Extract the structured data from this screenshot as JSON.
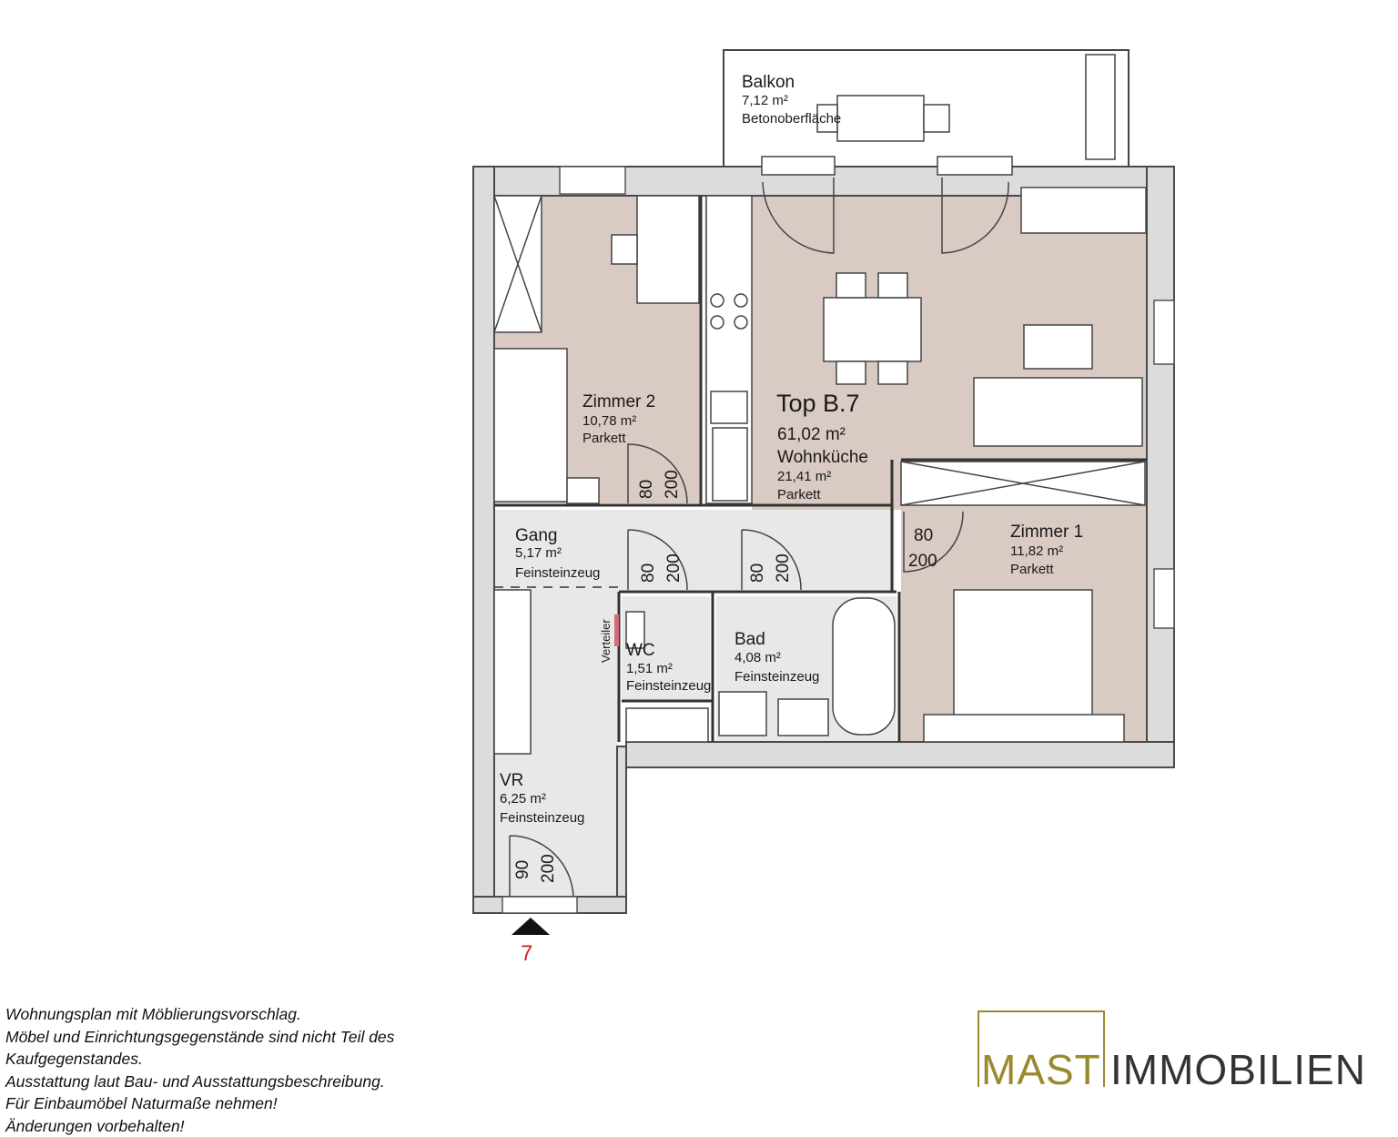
{
  "plan": {
    "unit_title": "Top B.7",
    "unit_area": "61,02 m²",
    "entrance_number": "7",
    "rooms": {
      "balkon": {
        "name": "Balkon",
        "area": "7,12 m²",
        "floor": "Betonoberfläche"
      },
      "zimmer2": {
        "name": "Zimmer 2",
        "area": "10,78 m²",
        "floor": "Parkett"
      },
      "wohnkueche": {
        "name": "Wohnküche",
        "area": "21,41 m²",
        "floor": "Parkett"
      },
      "gang": {
        "name": "Gang",
        "area": "5,17 m²",
        "floor": "Feinsteinzeug"
      },
      "zimmer1": {
        "name": "Zimmer 1",
        "area": "11,82 m²",
        "floor": "Parkett"
      },
      "wc": {
        "name": "WC",
        "area": "1,51 m²",
        "floor": "Feinsteinzeug"
      },
      "bad": {
        "name": "Bad",
        "area": "4,08 m²",
        "floor": "Feinsteinzeug"
      },
      "vr": {
        "name": "VR",
        "area": "6,25 m²",
        "floor": "Feinsteinzeug"
      }
    },
    "verteiler_label": "Verteiler",
    "doors": {
      "zimmer2": {
        "width": "80",
        "height": "200"
      },
      "wc": {
        "width": "80",
        "height": "200"
      },
      "bad": {
        "width": "80",
        "height": "200"
      },
      "zimmer1": {
        "width": "80",
        "height": "200"
      },
      "entrance": {
        "width": "90",
        "height": "200"
      }
    },
    "colors": {
      "room_fill": "#d9cac4",
      "hall_fill": "#e8e8e8",
      "wall": "#4a4a4a",
      "logo_gold": "#9a8a2e",
      "entrance_red": "#d0202a"
    }
  },
  "notes": [
    "Wohnungsplan mit Möblierungsvorschlag.",
    "Möbel und Einrichtungsgegenstände sind nicht Teil des",
    "Kaufgegenstandes.",
    "Ausstattung laut Bau- und Ausstattungsbeschreibung.",
    "Für Einbaumöbel Naturmaße nehmen!",
    "Änderungen vorbehalten!"
  ],
  "logo": {
    "part1": "MAST",
    "part2": "IMMOBILIEN"
  }
}
